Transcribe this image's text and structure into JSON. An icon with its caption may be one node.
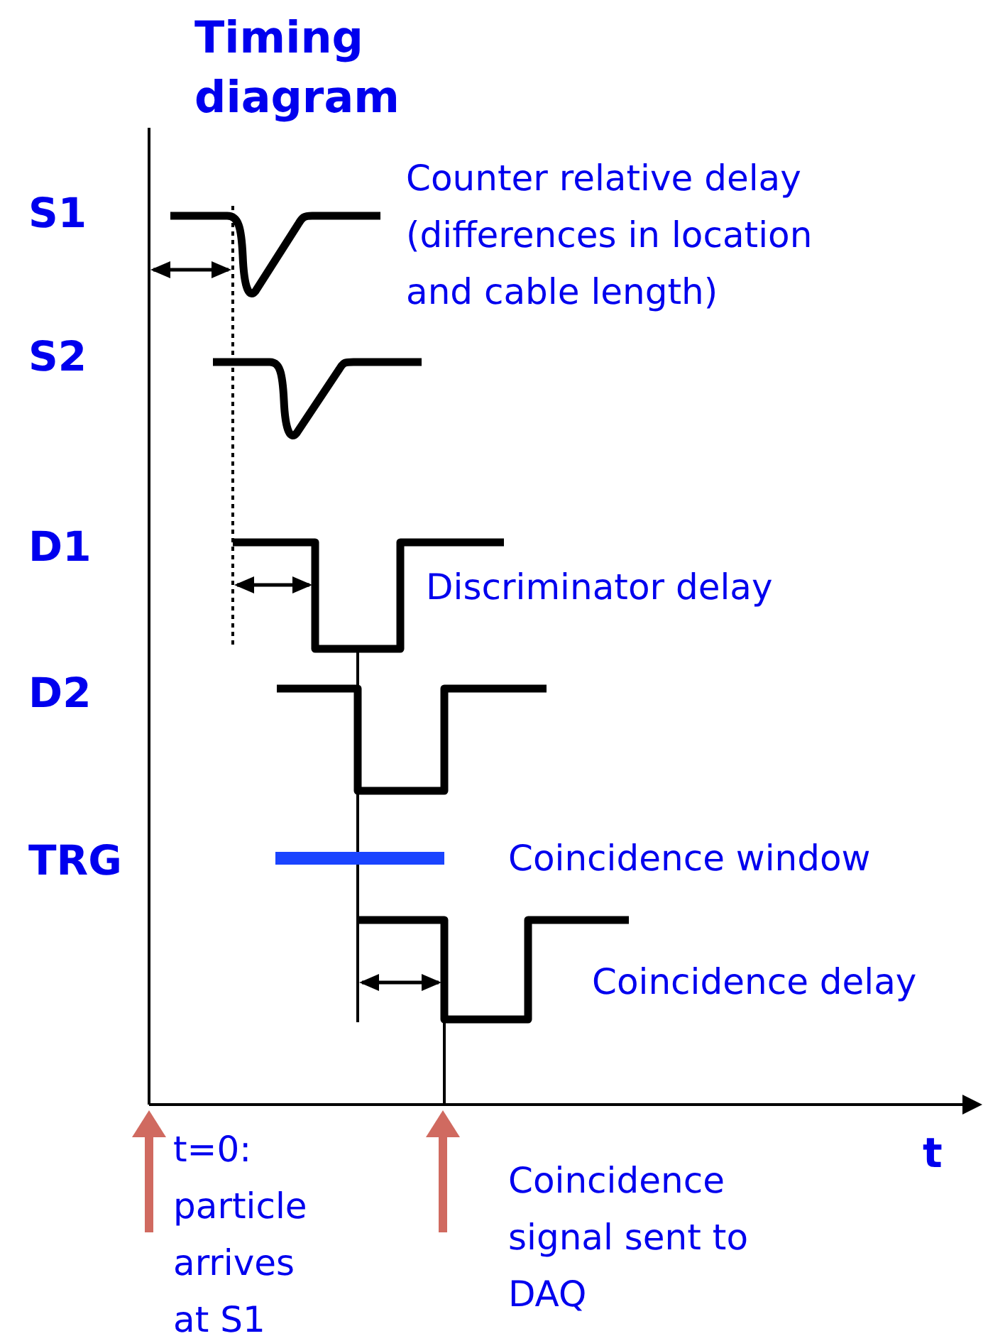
{
  "diagram": {
    "title": "Timing diagram",
    "labels": [
      "S1",
      "Counter relative delay (differences in location and cable length)",
      "S2",
      "D1",
      "Discriminator delay",
      "D2",
      "TRG",
      "Coincidence window",
      "Coincidence delay",
      "t=0: particle arrives at S1",
      "t",
      "Coincidence signal sent to DAQ"
    ]
  }
}
